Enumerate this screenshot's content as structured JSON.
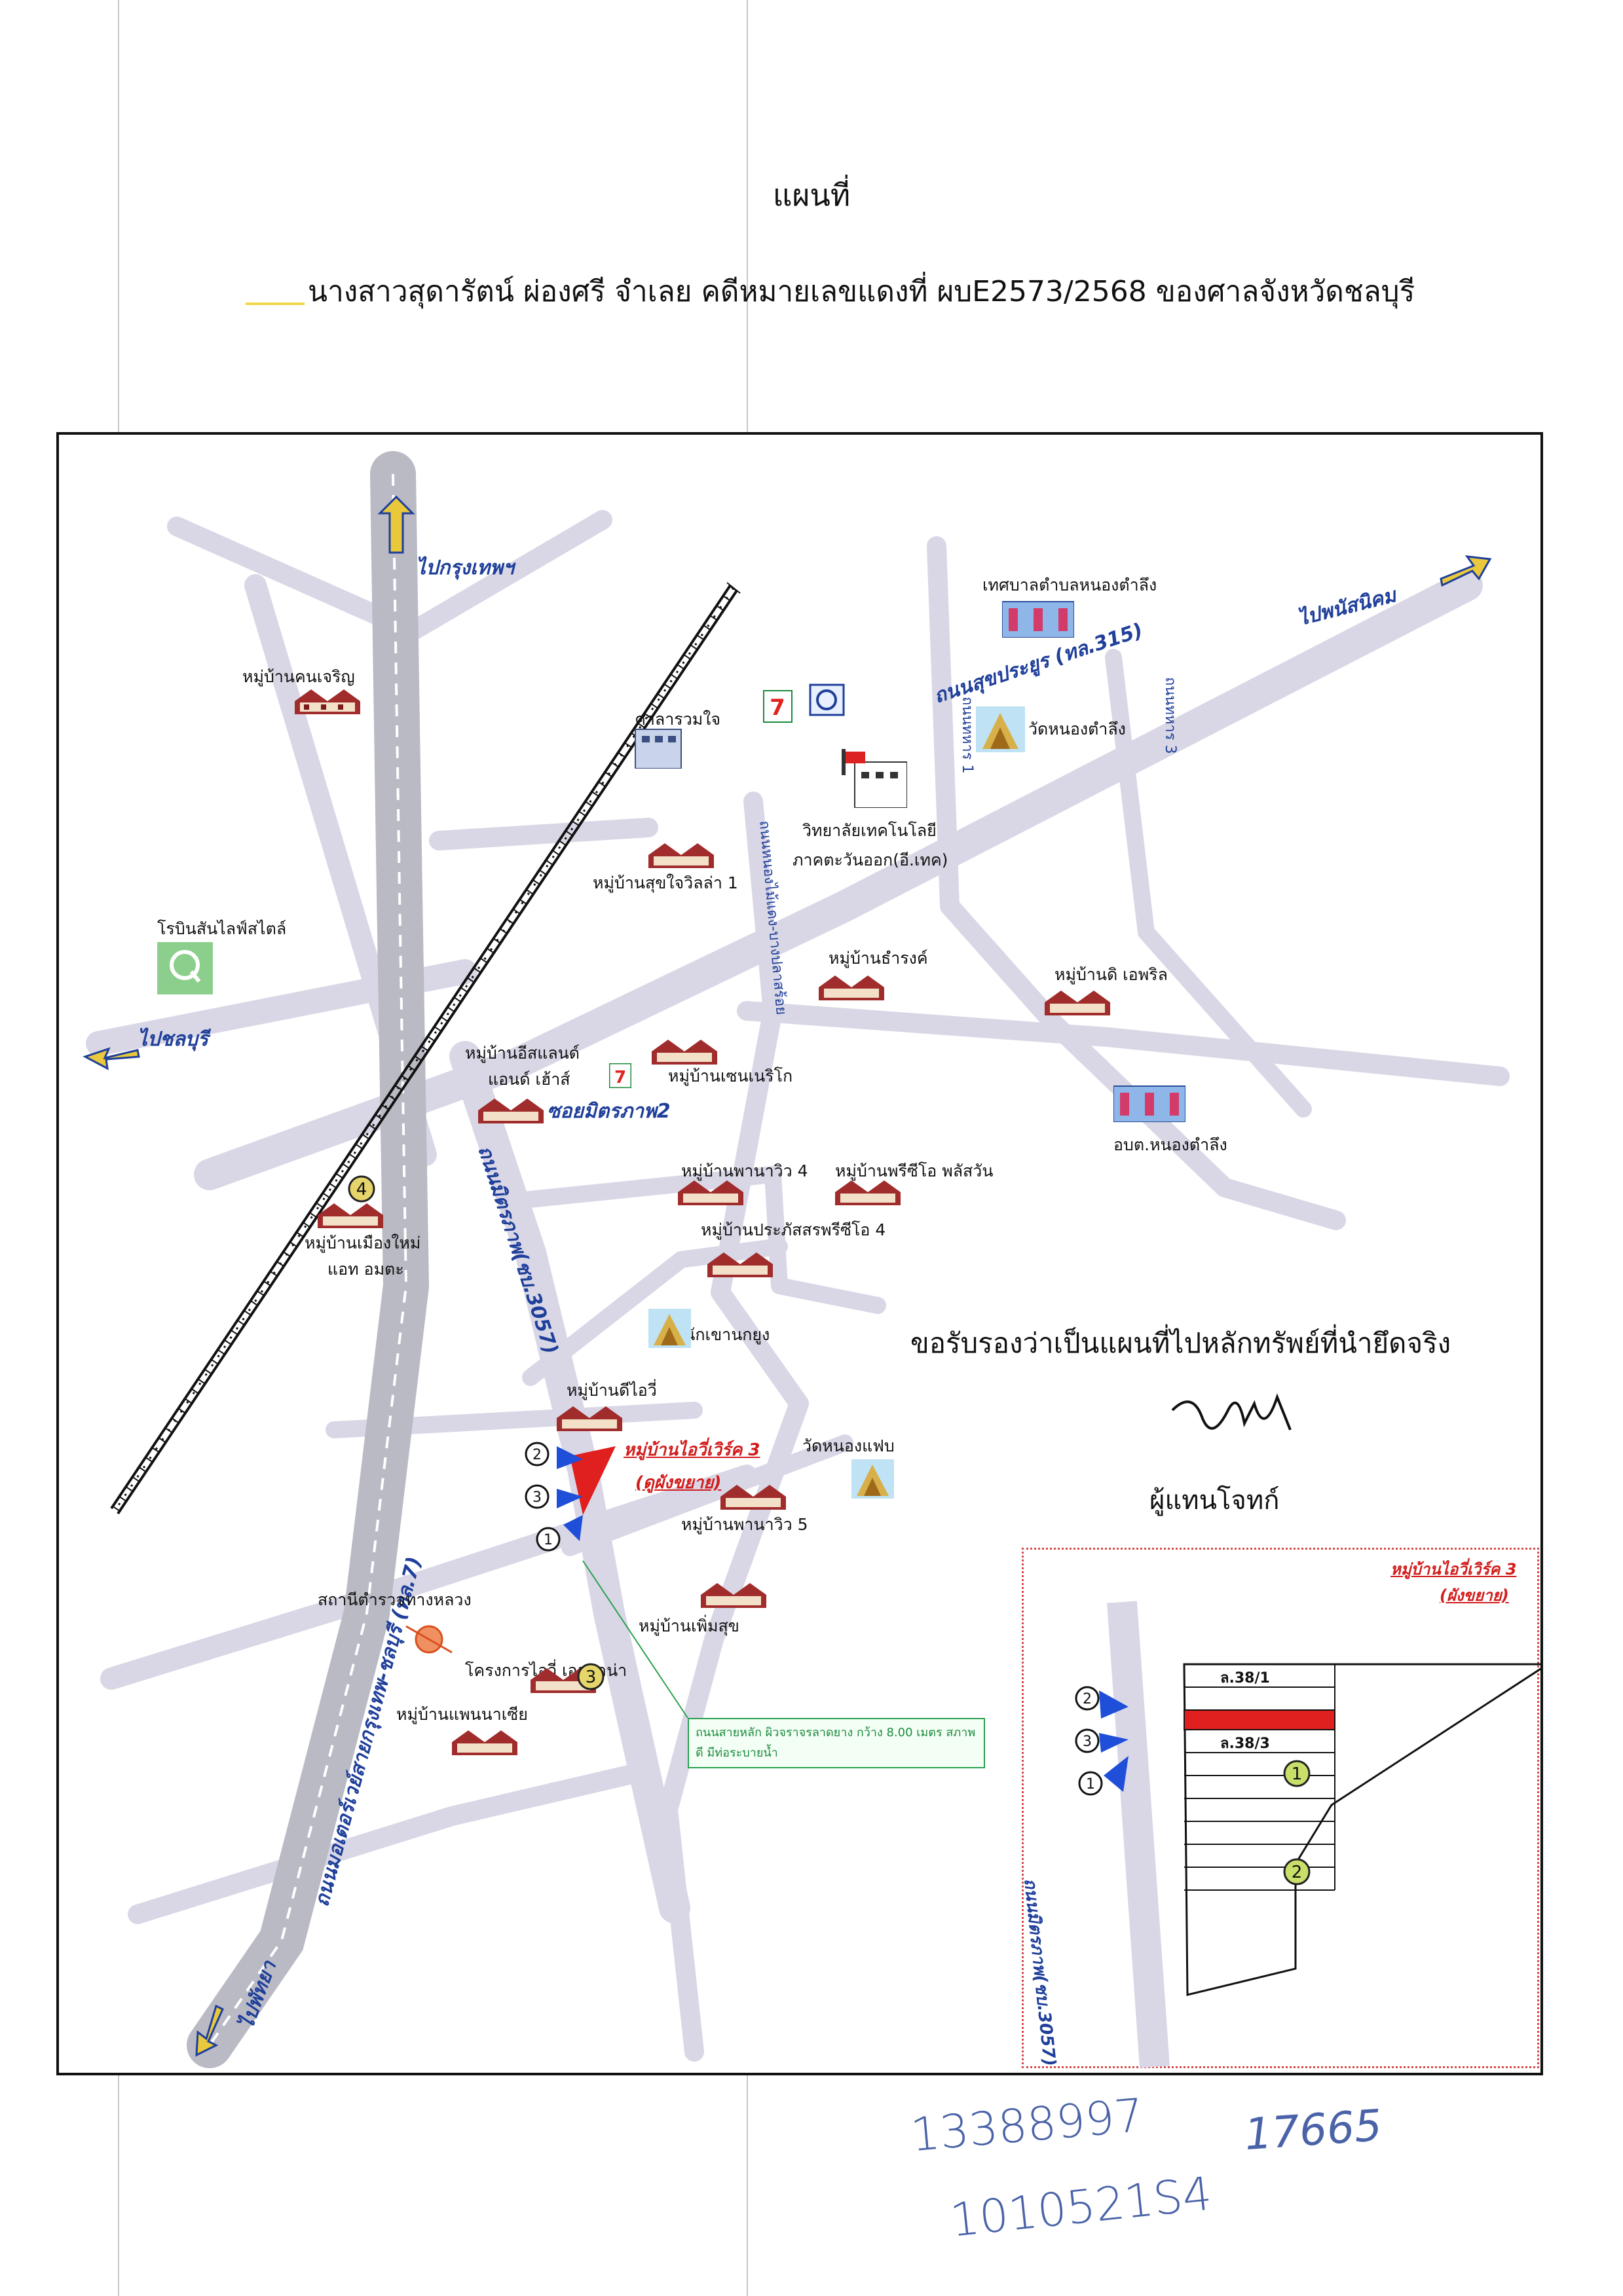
{
  "page": {
    "title": "แผนที่",
    "subtitle": "นางสาวสุดารัตน์ ผ่องศรี จำเลย คดีหมายเลขแดงที่ ผบE2573/2568 ของศาลจังหวัดชลบุรี"
  },
  "map": {
    "directions": {
      "to_bangkok": "ไปกรุงเทพฯ",
      "to_phanat": "ไปพนัสนิคม",
      "to_chonburi": "ไปชลบุรี",
      "to_pattaya": "ไปพัทยา"
    },
    "roads": {
      "sukprayoon": "ถนนสุขประยูร (ทล.315)",
      "mitraphap": "ถนนมิตรภาพ(ชบ.3057)",
      "bypass": "ถนนมอเตอร์เวย์สายกรุงเทพ-ชลบุรี (ทล.7)",
      "soi_mitraphap2": "ซอยมิตรภาพ2",
      "nong_mai_daeng": "ถนนหนองไม้แดง-บางปลาสร้อย",
      "hand_1": "ถนนทหาร 1",
      "hand_3": "ถนนทหาร 3"
    },
    "places": {
      "muni": "เทศบาลตำบลหนองตำลึง",
      "village_khon_charoen": "หมู่บ้านคนเจริญ",
      "sala_ruam_jai": "ศาลารวมใจ",
      "wat_nong_tamlueng": "วัดหนองตำลึง",
      "college_1": "วิทยาลัยเทคโนโลยี",
      "college_2": "ภาคตะวันออก(อี.เทค)",
      "village_suk_jai": "หมู่บ้านสุขใจวิลล่า 1",
      "robinson": "โรบินสันไลฟ์สไตล์",
      "village_thanarong": "หมู่บ้านธำรงค์",
      "village_d_april": "หมู่บ้านดิ เอพริล",
      "village_island_1": "หมู่บ้านอีสแลนด์",
      "village_island_2": "แอนด์ เฮ้าส์",
      "village_senericho": "หมู่บ้านเซนเนริโก",
      "obt": "อบต.หนองตำลึง",
      "village_panawiw4": "หมู่บ้านพานาวิว 4",
      "village_preecha": "หมู่บ้านพรีซีโอ พลัสวัน",
      "village_muang_mai_1": "หมู่บ้านเมืองใหม่",
      "village_muang_mai_2": "แอท อมตะ",
      "village_prapat": "หมู่บ้านประภัสสรพรีซีโอ 4",
      "samnak_khao": "สำนักเขานกยูง",
      "village_d_ivory": "หมู่บ้านดีไอวี่",
      "target_1": "หมู่บ้านไอวี่เวิร์ค 3",
      "target_2": "(ดูผังขยาย)",
      "wat_nong_khaep": "วัดหนองแฟบ",
      "village_panawiw5": "หมู่บ้านพานาวิว 5",
      "police": "สถานีตำรวจทางหลวง",
      "village_permsuk": "หมู่บ้านเพิ่มสุข",
      "ivory_project": "โครงการไอวี่ เอยบาน่า",
      "village_panaxia": "หมู่บ้านแพนนาเซีย"
    },
    "note": "ถนนสายหลัก ผิวจราจรลาดยาง กว้าง 8.00 เมตร สภาพดี มีท่อระบายน้ำ",
    "markers": {
      "m1": "1",
      "m2": "2",
      "m3": "3",
      "m4": "4"
    },
    "inset": {
      "title_1": "หมู่บ้านไอวี่เวิร์ค 3",
      "title_2": "(ผังขยาย)",
      "lot_1": "ล.38/1",
      "lot_2": "ล.38/3",
      "road": "ถนนมิตรภาพ(ชบ.3057)",
      "m1": "1",
      "m2": "2",
      "m3": "3",
      "g1": "1",
      "g2": "2"
    },
    "colors": {
      "road": "#d9d7e6",
      "highway": "#b9bac4",
      "rail": "#111111",
      "label_blue": "#1f3f9a",
      "target_red": "#d21d1d",
      "note_green": "#1d8a3e"
    }
  },
  "certify": {
    "text": "ขอรับรองว่าเป็นแผนที่ไปหลักทรัพย์ที่นำยึดจริง",
    "signature": "ภพ",
    "representative": "ผู้แทนโจทก์"
  },
  "handwritten": {
    "n1": "13388997",
    "n2": "1010521S4",
    "n3": "17665"
  }
}
